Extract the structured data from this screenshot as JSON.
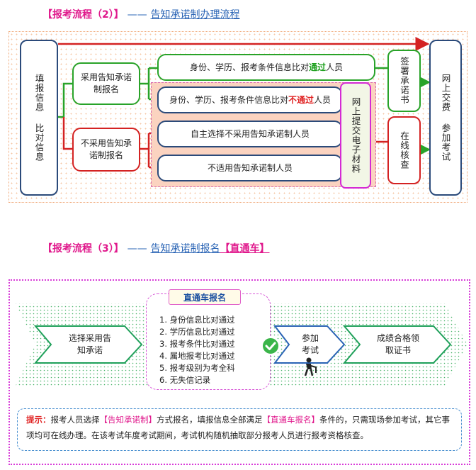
{
  "section2": {
    "bracket": "【报考流程（2）】",
    "dash": "——",
    "title": "告知承诺制办理流程",
    "fill_info": "填报信息 比对信息",
    "choose_commit": "采用告知承诺制报名",
    "no_commit": "不采用告知承诺制报名",
    "pass_prefix": "身份、学历、报考条件信息比对",
    "pass_word": "通过",
    "pass_suffix": "人员",
    "fail_prefix": "身份、学历、报考条件信息比对",
    "fail_word": "不通过",
    "fail_suffix": "人员",
    "voluntary": "自主选择不采用告知承诺制人员",
    "unsuitable": "不适用告知承诺制人员",
    "submit_materials": "网上提交电子材料",
    "sign_letter": "签署承诺书",
    "online_check": "在线核查",
    "pay_exam": "网上交费 参加考试"
  },
  "section3": {
    "bracket": "【报考流程（3）】",
    "dash": "——",
    "title": "告知承诺制报名",
    "highlight": "【直通车】",
    "step1": "选择采用告知承诺",
    "req_title": "直通车报名",
    "requirements": [
      "1. 身份信息比对通过",
      "2. 学历信息比对通过",
      "3. 报考条件比对通过",
      "4. 属地报考比对通过",
      "5. 报考级别为考全科",
      "6. 无失信记录"
    ],
    "step3": "参加考试",
    "step4": "成绩合格领取证书",
    "tip_label": "提示：",
    "tip_t1": "报考人员选择",
    "tip_m1": "【告知承诺制】",
    "tip_t2": "方式报名，填报信息全部满足",
    "tip_m2": "【直通车报名】",
    "tip_t3": "条件的，只需现场参加考试，其它事项均可在线办理。在该考试年度考试期间，考试机构随机抽取部分报考人员进行报考资格核查。"
  },
  "colors": {
    "green": "#29a329",
    "red": "#d42222",
    "navy": "#2b4a7a",
    "magenta": "#d42ad4",
    "blue": "#2a64b5"
  },
  "icons": [
    "arrow-right-icon",
    "check-circle-icon",
    "person-at-desk-icon"
  ]
}
